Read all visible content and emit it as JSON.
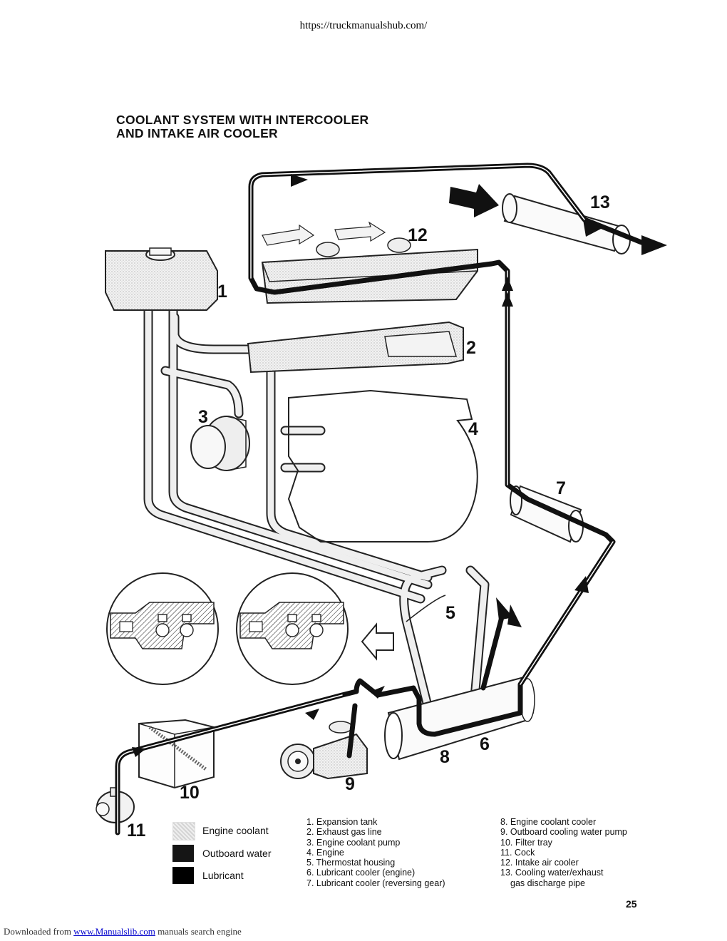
{
  "header": {
    "url": "https://truckmanualshub.com/"
  },
  "title": {
    "line1": "COOLANT SYSTEM WITH INTERCOOLER",
    "line2": "AND INTAKE AIR COOLER"
  },
  "callouts": [
    "1",
    "2",
    "3",
    "4",
    "5",
    "6",
    "7",
    "8",
    "9",
    "10",
    "11",
    "12",
    "13"
  ],
  "legend": [
    {
      "label": "Engine coolant"
    },
    {
      "label": "Outboard water"
    },
    {
      "label": "Lubricant"
    }
  ],
  "parts_left": [
    "1. Expansion tank",
    "2. Exhaust gas line",
    "3. Engine coolant pump",
    "4. Engine",
    "5. Thermostat housing",
    "6. Lubricant cooler (engine)",
    "7. Lubricant cooler (reversing gear)"
  ],
  "parts_right": [
    "8. Engine coolant cooler",
    "9. Outboard cooling water pump",
    "10. Filter tray",
    "11. Cock",
    "12. Intake air cooler",
    "13. Cooling water/exhaust",
    "gas discharge pipe"
  ],
  "page_number": "25",
  "footer": {
    "prefix": "Downloaded from ",
    "link": "www.Manualslib.com",
    "suffix": " manuals search engine"
  },
  "colors": {
    "ink": "#111111",
    "coolant_fill": "#e6e6e6",
    "link": "#0000cc"
  }
}
